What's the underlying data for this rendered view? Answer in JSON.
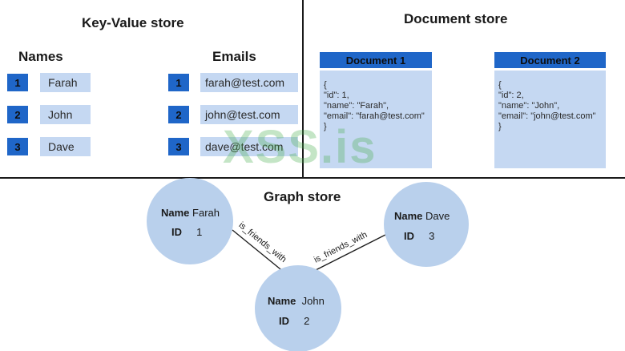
{
  "kv_store": {
    "title": "Key-Value store",
    "names_header": "Names",
    "emails_header": "Emails",
    "rows": [
      {
        "key": "1",
        "name": "Farah",
        "email": "farah@test.com"
      },
      {
        "key": "2",
        "name": "John",
        "email": "john@test.com"
      },
      {
        "key": "3",
        "name": "Dave",
        "email": "dave@test.com"
      }
    ]
  },
  "document_store": {
    "title": "Document store",
    "documents": [
      {
        "title": "Document 1",
        "body": "{\n\"id\": 1,\n\"name\": \"Farah\",\n\"email\": \"farah@test.com\"\n}"
      },
      {
        "title": "Document 2",
        "body": "{\n\"id\": 2,\n\"name\": \"John\",\n\"email\": \"john@test.com\"\n}"
      }
    ]
  },
  "graph_store": {
    "title": "Graph store",
    "name_label": "Name",
    "id_label": "ID",
    "nodes": [
      {
        "name": "Farah",
        "id": "1"
      },
      {
        "name": "Dave",
        "id": "3"
      },
      {
        "name": "John",
        "id": "2"
      }
    ],
    "edges": [
      {
        "label": "is_friends_with"
      },
      {
        "label": "is_friends_with"
      }
    ]
  },
  "watermark": "XSS.is",
  "colors": {
    "accent_blue": "#1f66c8",
    "light_blue": "#c5d8f2",
    "node_fill": "#b9d0ec"
  }
}
